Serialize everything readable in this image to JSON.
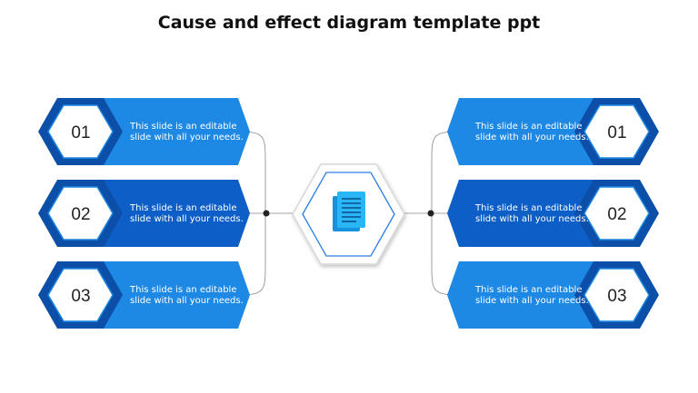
{
  "title": "Cause and effect diagram template ppt",
  "left_items": [
    {
      "number": "01",
      "text": "This slide is an editable slide with all your needs."
    },
    {
      "number": "02",
      "text": "This slide is an editable slide with all your needs."
    },
    {
      "number": "03",
      "text": "This slide is an editable slide with all your needs."
    }
  ],
  "right_items": [
    {
      "number": "01",
      "text": "This slide is an editable slide with all your needs."
    },
    {
      "number": "02",
      "text": "This slide is an editable slide with all your needs."
    },
    {
      "number": "03",
      "text": "This slide is an editable slide with all your needs."
    }
  ],
  "center_icon": "document-icon",
  "colors": {
    "bar_light": "#1e88e5",
    "bar_dark": "#0d5fc7",
    "hex_dark": "#0c4fa8",
    "icon": "#29b6f6"
  }
}
